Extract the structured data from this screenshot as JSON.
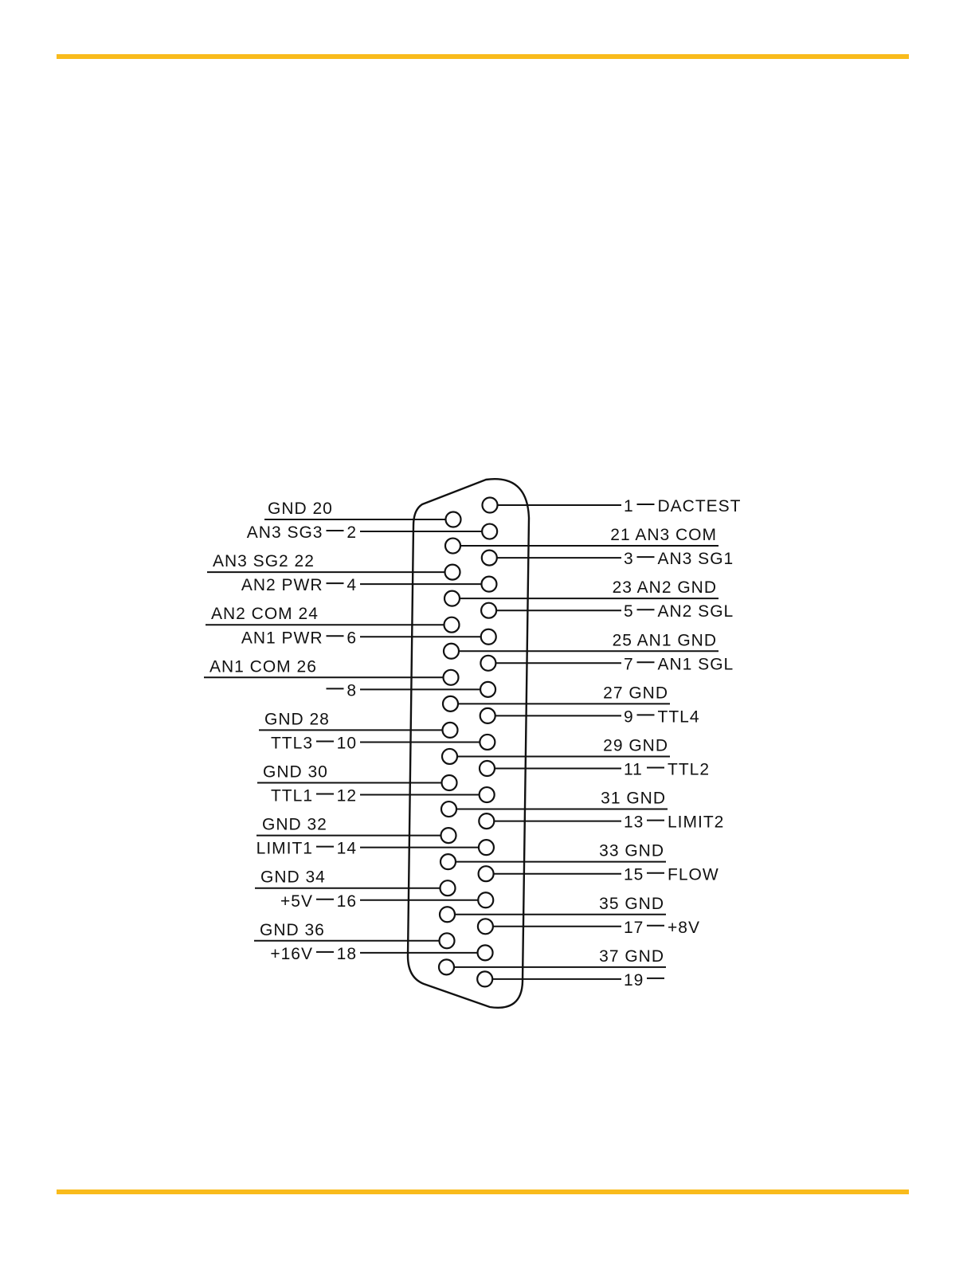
{
  "colors": {
    "rule": "#f9bb1c",
    "ink": "#111111"
  },
  "connector": {
    "pins": [
      {
        "pin": 1,
        "text": "1",
        "name": "DACTEST"
      },
      {
        "pin": 2,
        "text": "2",
        "name": "AN3 SG3"
      },
      {
        "pin": 3,
        "text": "3",
        "name": "AN3 SG1"
      },
      {
        "pin": 4,
        "text": "4",
        "name": "AN2 PWR"
      },
      {
        "pin": 5,
        "text": "5",
        "name": "AN2 SGL"
      },
      {
        "pin": 6,
        "text": "6",
        "name": "AN1 PWR"
      },
      {
        "pin": 7,
        "text": "7",
        "name": "AN1 SGL"
      },
      {
        "pin": 8,
        "text": "8",
        "name": ""
      },
      {
        "pin": 9,
        "text": "9",
        "name": "TTL4"
      },
      {
        "pin": 10,
        "text": "10",
        "name": "TTL3"
      },
      {
        "pin": 11,
        "text": "11",
        "name": "TTL2"
      },
      {
        "pin": 12,
        "text": "12",
        "name": "TTL1"
      },
      {
        "pin": 13,
        "text": "13",
        "name": "LIMIT2"
      },
      {
        "pin": 14,
        "text": "14",
        "name": "LIMIT1"
      },
      {
        "pin": 15,
        "text": "15",
        "name": "FLOW"
      },
      {
        "pin": 16,
        "text": "16",
        "name": "+5V"
      },
      {
        "pin": 17,
        "text": "17",
        "name": "+8V"
      },
      {
        "pin": 18,
        "text": "18",
        "name": "+16V"
      },
      {
        "pin": 19,
        "text": "19",
        "name": ""
      },
      {
        "pin": 20,
        "text": "GND 20"
      },
      {
        "pin": 21,
        "text": "21 AN3 COM"
      },
      {
        "pin": 22,
        "text": "AN3 SG2 22"
      },
      {
        "pin": 23,
        "text": "23 AN2 GND"
      },
      {
        "pin": 24,
        "text": "AN2 COM 24"
      },
      {
        "pin": 25,
        "text": "25 AN1 GND"
      },
      {
        "pin": 26,
        "text": "AN1 COM 26"
      },
      {
        "pin": 27,
        "text": "27 GND"
      },
      {
        "pin": 28,
        "text": "GND 28"
      },
      {
        "pin": 29,
        "text": "29 GND"
      },
      {
        "pin": 30,
        "text": "GND 30"
      },
      {
        "pin": 31,
        "text": "31 GND"
      },
      {
        "pin": 32,
        "text": "GND 32"
      },
      {
        "pin": 33,
        "text": "33 GND"
      },
      {
        "pin": 34,
        "text": "GND 34"
      },
      {
        "pin": 35,
        "text": "35 GND"
      },
      {
        "pin": 36,
        "text": "GND 36"
      },
      {
        "pin": 37,
        "text": "37 GND"
      }
    ]
  }
}
